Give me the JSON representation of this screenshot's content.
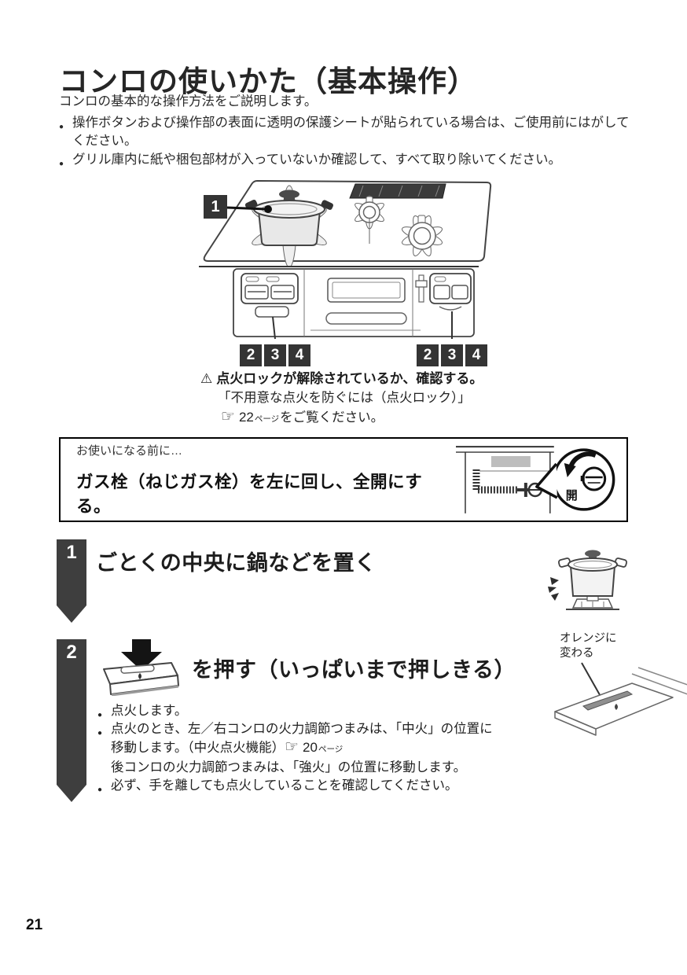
{
  "page": {
    "number": "21"
  },
  "title": "コンロの使いかた（基本操作）",
  "intro": "コンロの基本的な操作方法をご説明します。",
  "intro_bullets": [
    "操作ボタンおよび操作部の表面に透明の保護シートが貼られている場合は、ご使用前にはがしてください。",
    "グリル庫内に紙や梱包部材が入っていないか確認して、すべて取り除いてください。"
  ],
  "figure": {
    "label_1": "1",
    "left_labels": [
      "2",
      "3",
      "4"
    ],
    "right_labels": [
      "2",
      "3",
      "4"
    ]
  },
  "warning": {
    "warn_symbol": "⚠",
    "heading": "点火ロックが解除されているか、確認する。",
    "quote": "「不用意な点火を防ぐには（点火ロック）」",
    "ref_icon": "☞",
    "ref_page": "22",
    "ref_unit": "ページ",
    "ref_tail": "をご覧ください。"
  },
  "pre_use_box": {
    "lead": "お使いになる前に…",
    "instruction": "ガス栓（ねじガス栓）を左に回し、全開にする。",
    "valve_label": "開"
  },
  "steps": [
    {
      "number": "1",
      "heading": "ごとくの中央に鍋などを置く"
    },
    {
      "number": "2",
      "heading": "を押す（いっぱいまで押しきる）",
      "bullets": {
        "b1": "点火します。",
        "b2_l1": "点火のとき、左／右コンロの火力調節つまみは、「中火」の位置に",
        "b2_l2": "移動します。（中火点火機能）",
        "b2_ref_icon": "☞",
        "b2_ref_page": "20",
        "b2_ref_unit": "ページ",
        "b2_l3": "後コンロの火力調節つまみは、「強火」の位置に移動します。",
        "b3": "必ず、手を離しても点火していることを確認してください。"
      },
      "side_label_l1": "オレンジに",
      "side_label_l2": "変わる"
    }
  ]
}
